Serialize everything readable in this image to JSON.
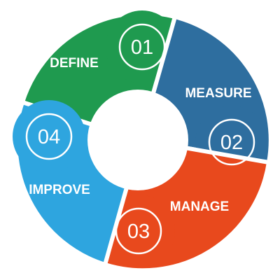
{
  "diagram": {
    "steps": [
      {
        "number": "01",
        "label": "DEFINE",
        "color": "#1f9a4f"
      },
      {
        "number": "02",
        "label": "MEASURE",
        "color": "#2e6e9f"
      },
      {
        "number": "03",
        "label": "MANAGE",
        "color": "#e8491d"
      },
      {
        "number": "04",
        "label": "IMPROVE",
        "color": "#2ea5df"
      }
    ]
  }
}
